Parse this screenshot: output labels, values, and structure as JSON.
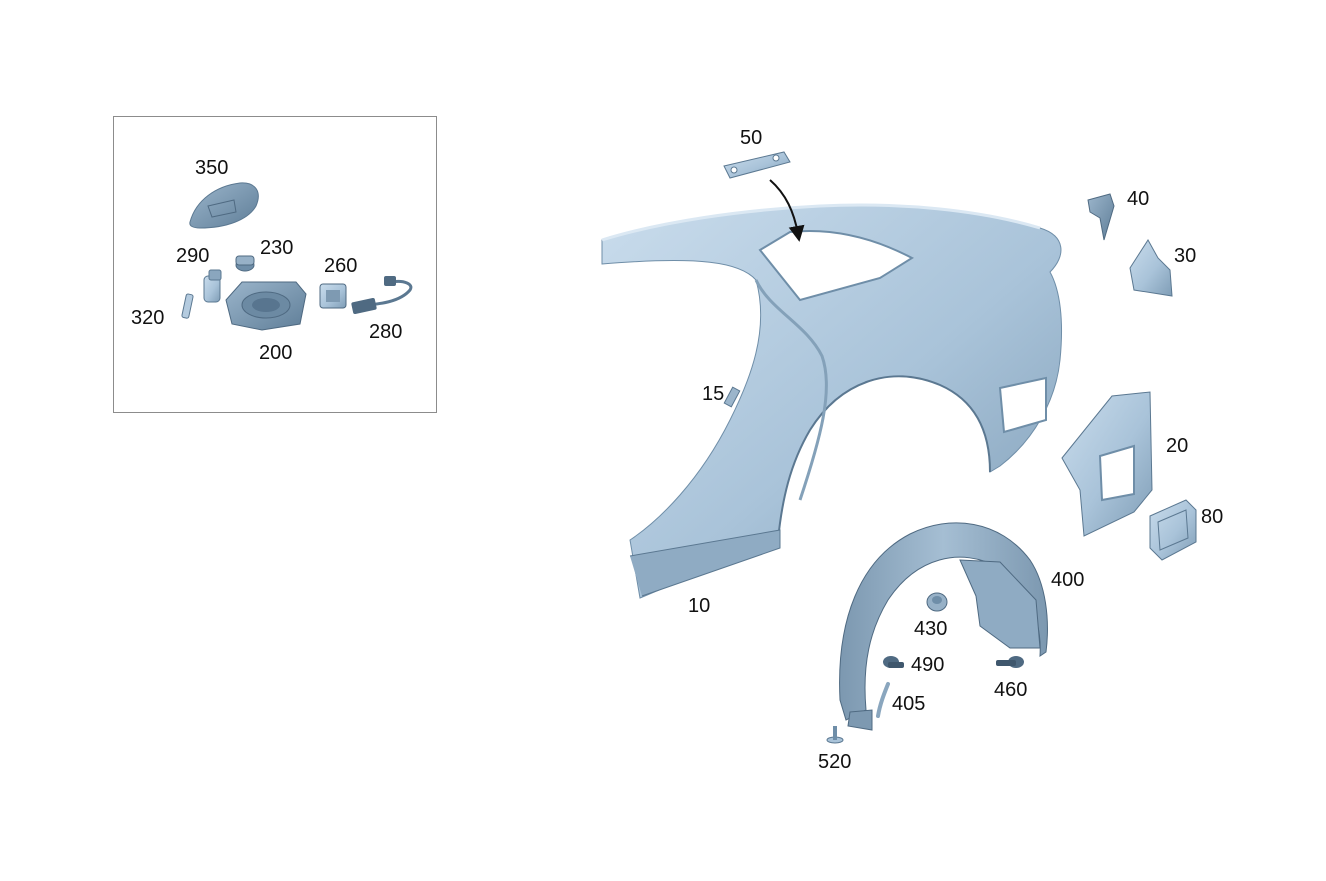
{
  "colors": {
    "part_fill": "#a9c3d9",
    "part_light": "#c7dbeb",
    "part_dark": "#6f8ea8",
    "part_edge": "#5b7891",
    "callout_text": "#111111",
    "inset_border": "#8c8c8c"
  },
  "inset": {
    "labels": {
      "p350": "350",
      "p290": "290",
      "p230": "230",
      "p260": "260",
      "p320": "320",
      "p280": "280",
      "p200": "200"
    }
  },
  "main": {
    "labels": {
      "p50": "50",
      "p40": "40",
      "p30": "30",
      "p15": "15",
      "p20": "20",
      "p80": "80",
      "p10": "10",
      "p400": "400",
      "p430": "430",
      "p490": "490",
      "p460": "460",
      "p405": "405",
      "p520": "520"
    }
  }
}
